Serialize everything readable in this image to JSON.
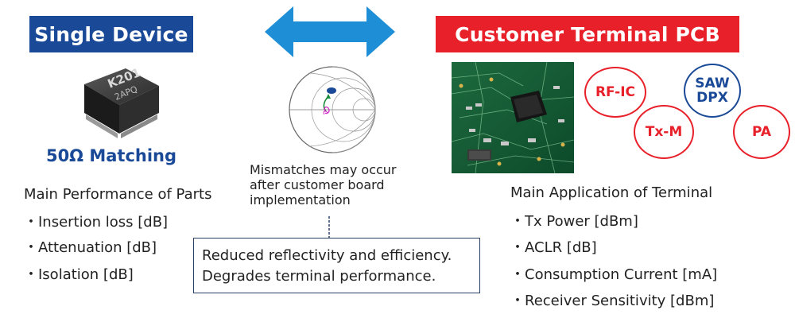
{
  "left": {
    "title": "Single Device",
    "chip_marking_line1": "K201",
    "chip_marking_line2": "2APQ",
    "matching_label": "50Ω Matching",
    "list_heading": "Main Performance of Parts",
    "items": [
      "・Insertion loss [dB]",
      "・Attenuation [dB]",
      "・Isolation [dB]"
    ]
  },
  "middle": {
    "mismatch_note": [
      "Mismatches may occur",
      "after customer board",
      "implementation"
    ],
    "info_box": [
      "Reduced reflectivity and efficiency.",
      "Degrades terminal performance."
    ]
  },
  "right": {
    "title": "Customer Terminal PCB",
    "components": {
      "rfic": "RF-IC",
      "saw_line1": "SAW",
      "saw_line2": "DPX",
      "txm": "Tx-M",
      "pa": "PA"
    },
    "list_heading": "Main Application of Terminal",
    "items": [
      "・Tx Power [dBm]",
      "・ACLR [dB]",
      "・Consumption Current [mA]",
      "・Receiver Sensitivity [dBm]"
    ]
  },
  "colors": {
    "navy": "#1a4a97",
    "red": "#e8202a",
    "arrow_blue": "#1e8fd6"
  }
}
